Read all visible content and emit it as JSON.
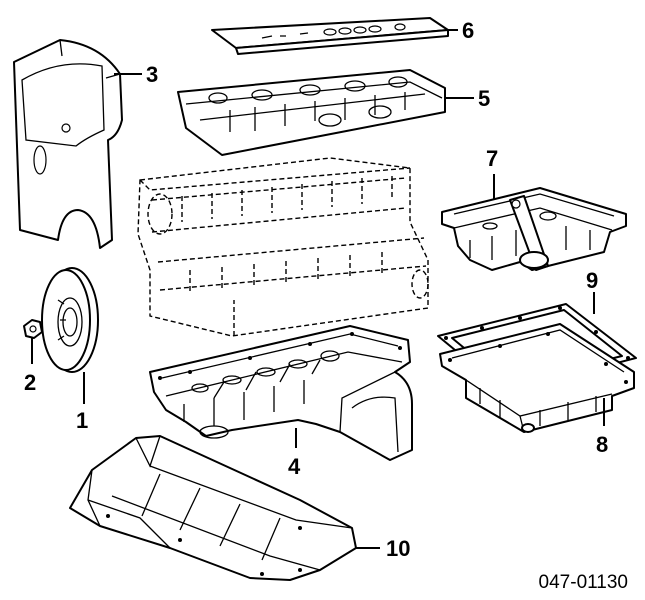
{
  "diagram": {
    "part_code": "047-01130",
    "callouts": [
      {
        "id": "1",
        "label": "1"
      },
      {
        "id": "2",
        "label": "2"
      },
      {
        "id": "3",
        "label": "3"
      },
      {
        "id": "4",
        "label": "4"
      },
      {
        "id": "5",
        "label": "5"
      },
      {
        "id": "6",
        "label": "6"
      },
      {
        "id": "7",
        "label": "7"
      },
      {
        "id": "8",
        "label": "8"
      },
      {
        "id": "9",
        "label": "9"
      },
      {
        "id": "10",
        "label": "10"
      }
    ]
  }
}
